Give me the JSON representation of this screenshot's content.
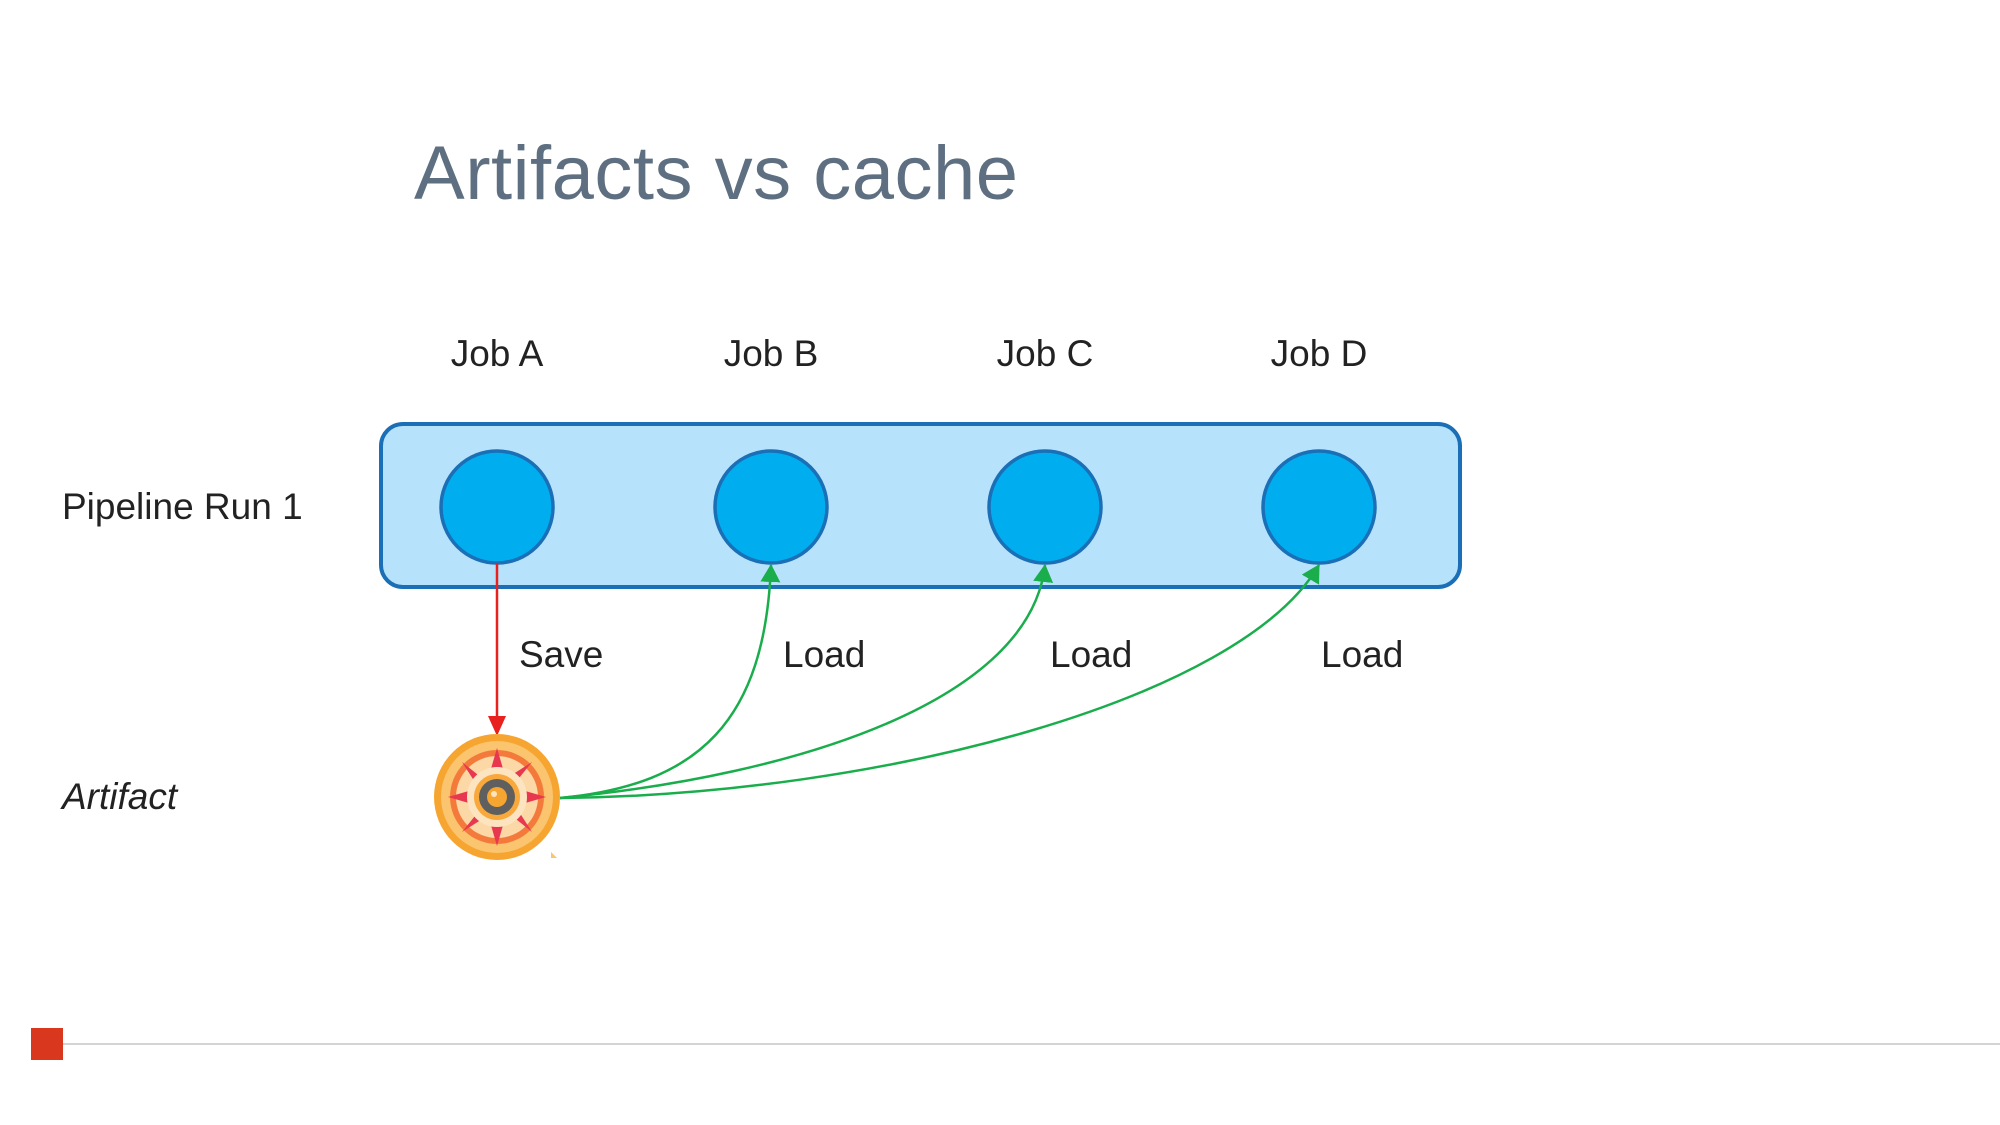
{
  "title": "Artifacts vs cache",
  "jobs": [
    {
      "label": "Job A"
    },
    {
      "label": "Job B"
    },
    {
      "label": "Job C"
    },
    {
      "label": "Job D"
    }
  ],
  "rows": {
    "pipeline": "Pipeline Run 1",
    "artifact": "Artifact"
  },
  "edges": [
    {
      "from": "Job A",
      "to": "Artifact",
      "label": "Save",
      "color": "#e8201e"
    },
    {
      "from": "Artifact",
      "to": "Job B",
      "label": "Load",
      "color": "#1aad4c"
    },
    {
      "from": "Artifact",
      "to": "Job C",
      "label": "Load",
      "color": "#1aad4c"
    },
    {
      "from": "Artifact",
      "to": "Job D",
      "label": "Load",
      "color": "#1aad4c"
    }
  ],
  "colors": {
    "title": "#5f6f82",
    "pipeline_fill": "#b7e2fb",
    "pipeline_border": "#1a6fb6",
    "job_fill": "#00aeef",
    "job_border": "#1a6fb6",
    "footer_accent": "#d9381e"
  },
  "icons": {
    "artifact": "compass-badge-icon"
  }
}
